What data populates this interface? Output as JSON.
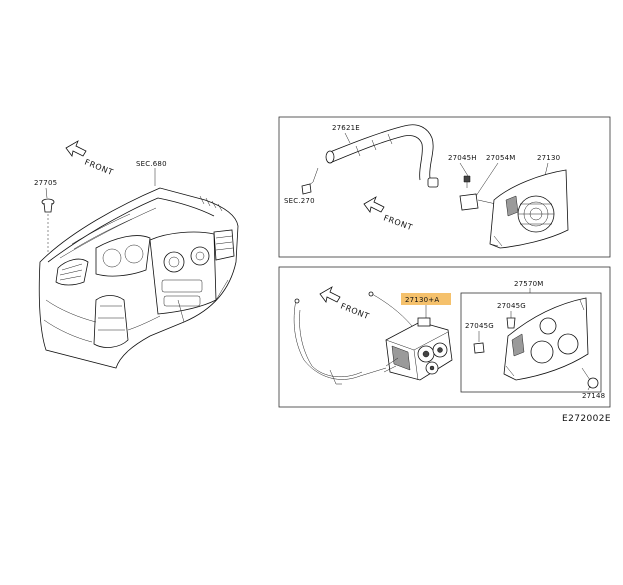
{
  "labels": {
    "dash_sec": "SEC.680",
    "clip_left": "27705",
    "front_left": "FRONT",
    "hose": "27621E",
    "sec270": "SEC.270",
    "front_top": "FRONT",
    "clip_top_a": "27045H",
    "clip_top_b": "27054M",
    "panel_top": "27130",
    "front_bottom": "FRONT",
    "control_unit": "27130+A",
    "finisher": "27570M",
    "clip_g1": "27045G",
    "clip_g2": "27045G",
    "bulb": "27148",
    "diagram_code": "E272002E"
  },
  "colors": {
    "highlight": "#f5c16c",
    "line": "#111111"
  }
}
